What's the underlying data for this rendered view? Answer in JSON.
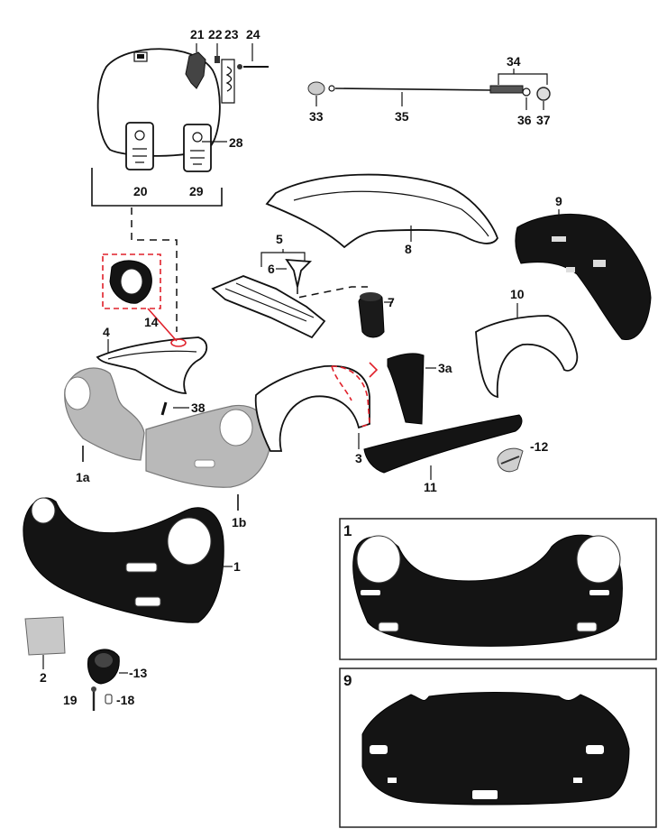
{
  "labels": {
    "p1": "1",
    "p1a": "1a",
    "p1b": "1b",
    "p2": "2",
    "p3": "3",
    "p3a": "3a",
    "p4": "4",
    "p5": "5",
    "p6": "6",
    "p7": "7",
    "p8": "8",
    "p9": "9",
    "p10": "10",
    "p11": "11",
    "p12": "-12",
    "p13": "-13",
    "p14": "14",
    "p18": "-18",
    "p19": "19",
    "p20": "20",
    "p21": "21",
    "p22": "22",
    "p23": "23",
    "p24": "24",
    "p28": "28",
    "p29": "29",
    "p33": "33",
    "p34": "34",
    "p35": "35",
    "p36": "36",
    "p37": "37",
    "p38": "38"
  },
  "insets": {
    "front": {
      "title": "1"
    },
    "rear": {
      "title": "9"
    }
  },
  "colors": {
    "panel_black": "#141414",
    "aluminium": "#b9b9b9",
    "highlight_red": "#e0202a",
    "line": "#111111"
  }
}
